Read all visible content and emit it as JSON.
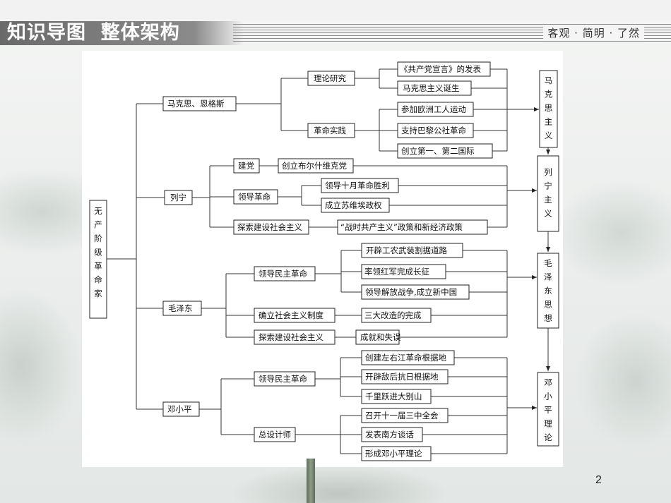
{
  "header": {
    "title": "知识导图  整体架构",
    "motto": "客观 · 简明 · 了然"
  },
  "page_number": "2",
  "diagram": {
    "root": "无产阶级革命家",
    "leaders": {
      "marx": "马克思、恩格斯",
      "lenin": "列宁",
      "mao": "毛泽东",
      "deng": "邓小平"
    },
    "marx_branches": {
      "theory": "理论研究",
      "practice": "革命实践"
    },
    "marx_items": {
      "manifesto": "《共产党宣言》的发表",
      "birth": "马克思主义诞生",
      "workers": "参加欧洲工人运动",
      "commune": "支持巴黎公社革命",
      "international": "创立第一、第二国际"
    },
    "lenin_branches": {
      "party": "建党",
      "revolution": "领导革命",
      "construction": "探索建设社会主义"
    },
    "lenin_items": {
      "bolshevik": "创立布尔什维克党",
      "october": "领导十月革命胜利",
      "soviet": "成立苏维埃政权",
      "policy": "“战时共产主义”政策和新经济政策"
    },
    "mao_branches": {
      "democratic": "领导民主革命",
      "system": "确立社会主义制度",
      "construction": "探索建设社会主义"
    },
    "mao_items": {
      "road": "开辟工农武装割据道路",
      "march": "率领红军完成长征",
      "liberation": "领导解放战争,成立新中国",
      "transform": "三大改造的完成",
      "success": "成就和失误"
    },
    "deng_branches": {
      "democratic": "领导民主革命",
      "architect": "总设计师"
    },
    "deng_items": {
      "zuoyoujiang": "创建左右江革命根据地",
      "behind": "开辟敌后抗日根据地",
      "dabieshan": "千里跃进大别山",
      "plenum": "召开十一届三中全会",
      "south": "发表南方谈话",
      "theory": "形成邓小平理论"
    },
    "theories": {
      "marxism": "马克思主义",
      "leninism": "列宁主义",
      "mao": "毛泽东思想",
      "deng": "邓小平理论"
    }
  }
}
